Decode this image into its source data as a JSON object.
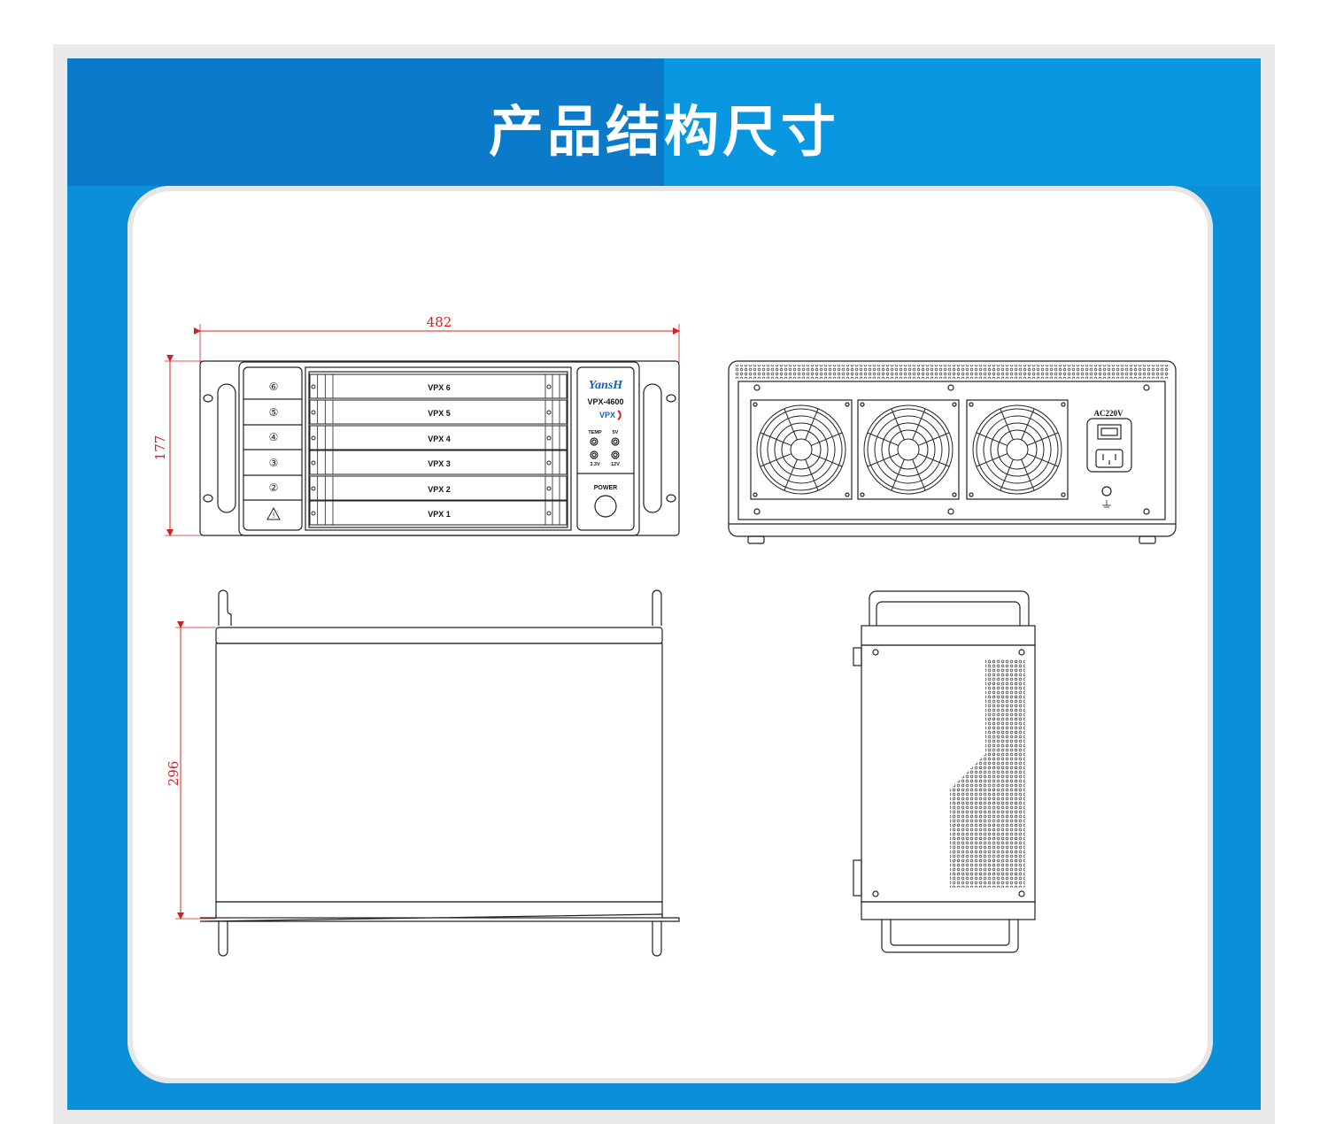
{
  "title": "产品结构尺寸",
  "front": {
    "width_dim": "482",
    "height_dim": "177",
    "slots": [
      "VPX 6",
      "VPX 5",
      "VPX 4",
      "VPX 3",
      "VPX 2",
      "VPX 1"
    ],
    "slot_numbers": [
      "⑥",
      "⑤",
      "④",
      "③",
      "②"
    ],
    "brand": "YansH",
    "model": "VPX-4600",
    "vpx_logo": "VPX",
    "ind_temp": "TEMP",
    "ind_5v": "5V",
    "ind_33v": "3.3V",
    "ind_12v": "12V",
    "power": "POWER",
    "colors": {
      "dimension": "#d42020",
      "brand": "#1a5fb4"
    }
  },
  "rear": {
    "ac_label": "AC220V"
  },
  "top": {
    "depth_dim": "296"
  }
}
